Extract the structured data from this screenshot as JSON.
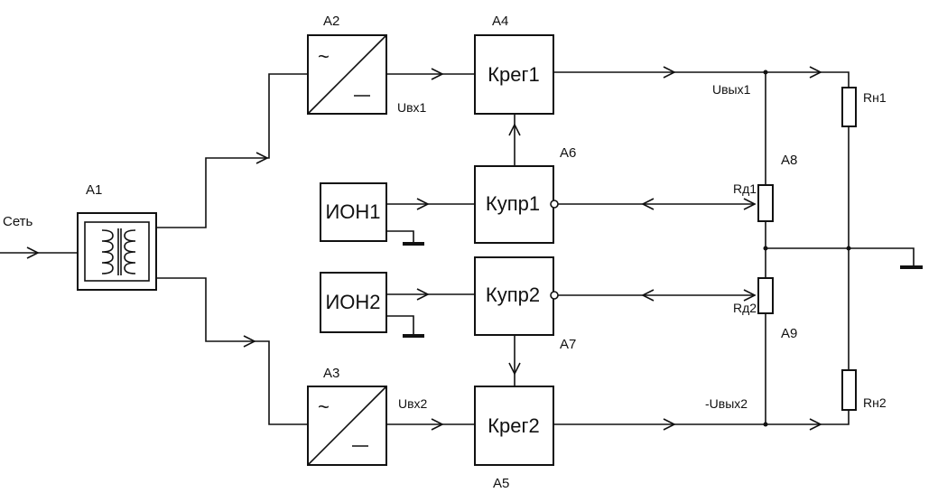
{
  "diagram": {
    "input_label": "Сеть",
    "blocks": {
      "a1": {
        "ref": "A1"
      },
      "a2": {
        "ref": "A2",
        "symbol": "~"
      },
      "a3": {
        "ref": "A3",
        "symbol": "~"
      },
      "a4": {
        "ref": "A4",
        "label": "Крег1"
      },
      "a5": {
        "ref": "A5",
        "label": "Крег2"
      },
      "a6": {
        "ref": "A6",
        "label": "Купр1"
      },
      "a7": {
        "ref": "A7",
        "label": "Купр2"
      },
      "ion1": {
        "label": "ИОН1"
      },
      "ion2": {
        "label": "ИОН2"
      }
    },
    "resistors": {
      "rd1": {
        "label": "Rд1",
        "ref": "A8"
      },
      "rd2": {
        "label": "Rд2",
        "ref": "A9"
      },
      "rn1": {
        "label": "Rн1"
      },
      "rn2": {
        "label": "Rн2"
      }
    },
    "signals": {
      "uin1": "Uвх1",
      "uin2": "Uвх2",
      "uout1": "Uвых1",
      "uout2": "-Uвых2"
    }
  }
}
